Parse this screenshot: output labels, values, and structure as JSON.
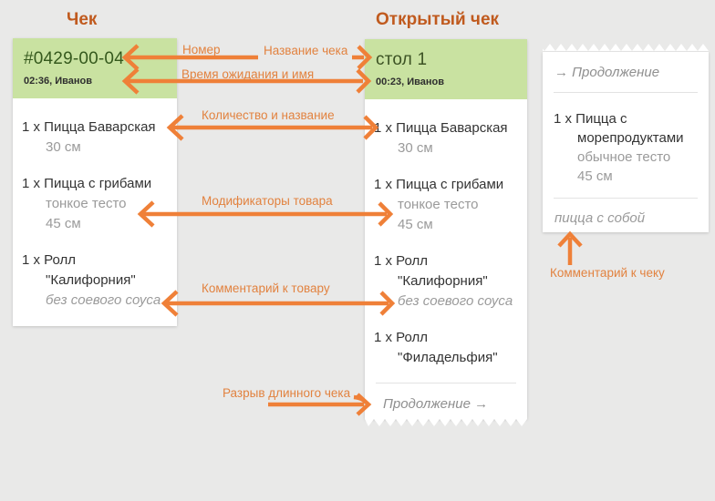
{
  "colors": {
    "background": "#e9e9e8",
    "card": "#ffffff",
    "header_green": "#c9e2a1",
    "header_number_green": "#35591d",
    "accent_arrow_orange": "#ef8038",
    "label_orange": "#e2823f",
    "title_orange": "#c05a1e",
    "item_text": "#333333",
    "muted_text": "#9a9a9a"
  },
  "closed_receipt": {
    "title": "Чек",
    "number": "#0429-00-04",
    "meta": "02:36, Иванов",
    "items": [
      {
        "line1": "1 х Пицца Баварская",
        "line2": null,
        "mods": [
          "30 см"
        ],
        "comment": null
      },
      {
        "line1": "1 х Пицца с грибами",
        "line2": null,
        "mods": [
          "тонкое тесто",
          "45 см"
        ],
        "comment": null
      },
      {
        "line1": "1 х Ролл",
        "line2": "\"Калифорния\"",
        "mods": [],
        "comment": "без соевого соуса"
      }
    ]
  },
  "open_receipt": {
    "title": "Открытый чек",
    "name": "стол 1",
    "meta": "00:23, Иванов",
    "items": [
      {
        "line1": "1 х Пицца Баварская",
        "line2": null,
        "mods": [
          "30 см"
        ],
        "comment": null
      },
      {
        "line1": "1 х Пицца с грибами",
        "line2": null,
        "mods": [
          "тонкое тесто",
          "45 см"
        ],
        "comment": null
      },
      {
        "line1": "1 х Ролл",
        "line2": "\"Калифорния\"",
        "mods": [],
        "comment": "без соевого соуса"
      },
      {
        "line1": "1 х Ролл",
        "line2": "\"Филадельфия\"",
        "mods": [],
        "comment": null
      }
    ],
    "continuation": "Продолжение →"
  },
  "continuation_receipt": {
    "continuation": "→ Продолжение",
    "item": {
      "line1": "1 х Пицца с",
      "line2": "морепродуктами",
      "mods": [
        "обычное тесто",
        "45 см"
      ],
      "comment": null
    },
    "receipt_comment": "пицца с собой"
  },
  "annotations": {
    "number": "Номер",
    "receipt_name": "Название чека",
    "wait_time_and_name": "Время ожидания и имя",
    "qty_and_name": "Количество и название",
    "item_modifiers": "Модификаторы товара",
    "item_comment": "Комментарий к товару",
    "long_receipt_break": "Разрыв длинного чека",
    "receipt_comment": "Комментарий к чеку"
  }
}
